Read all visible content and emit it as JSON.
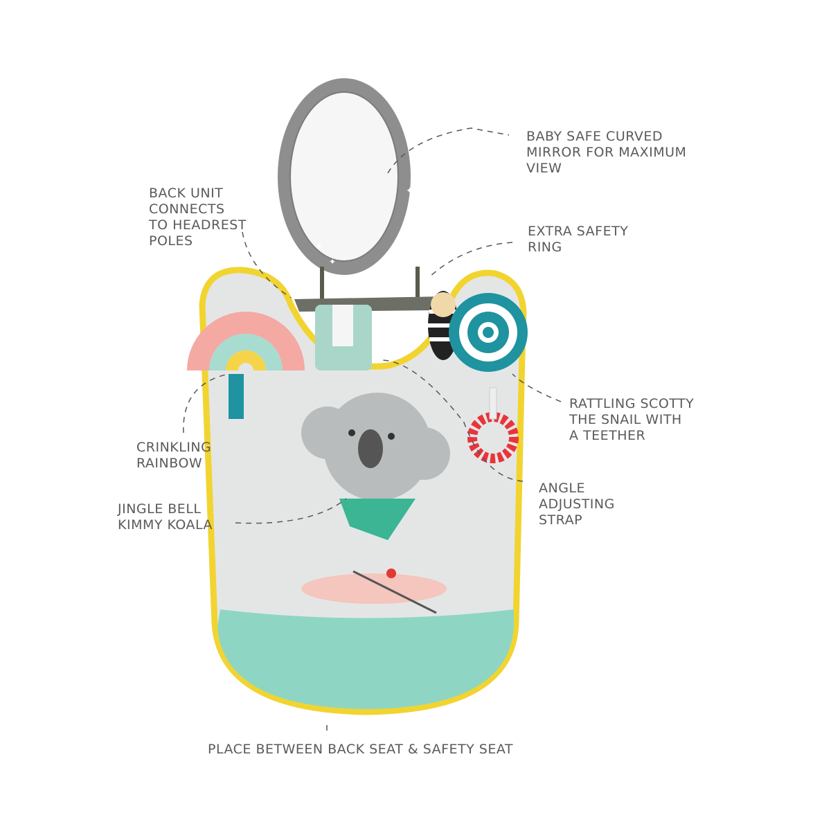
{
  "labels": {
    "mirror": "BABY SAFE CURVED\nMIRROR FOR MAXIMUM\nVIEW",
    "back_unit": "BACK UNIT\nCONNECTS\nTO HEADREST\nPOLES",
    "safety_ring": "EXTRA SAFETY\nRING",
    "snail": "RATTLING SCOTTY\nTHE SNAIL WITH\nA TEETHER",
    "rainbow": "CRINKLING\nRAINBOW",
    "strap": "ANGLE\nADJUSTING\nSTRAP",
    "koala": "JINGLE BELL\nKIMMY KOALA",
    "placement": "PLACE BETWEEN BACK SEAT & SAFETY SEAT"
  },
  "colors": {
    "outline": "#f2d431",
    "panel": "#e4e6e6",
    "pocket": "#8ed6c3",
    "mirror_ring": "#8e8e8e",
    "teal": "#1f93a0",
    "teether": "#e8343a",
    "text": "#5a5a5a"
  }
}
